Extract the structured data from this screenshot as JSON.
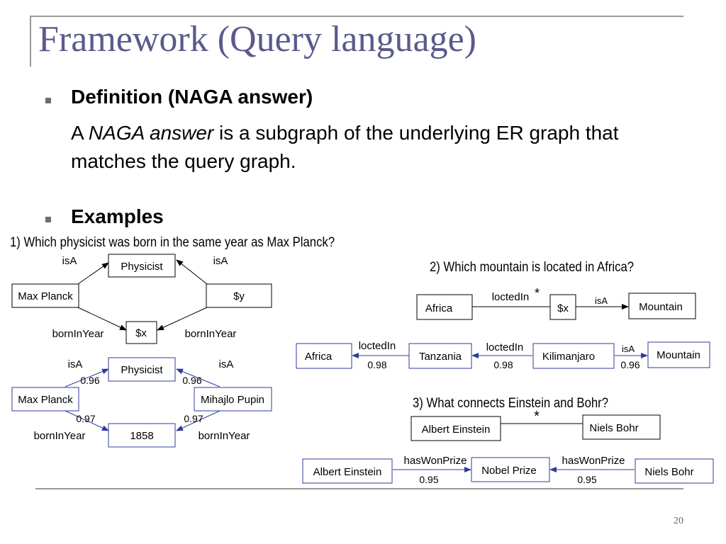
{
  "slide": {
    "title": "Framework (Query language)",
    "page_number": "20"
  },
  "definition": {
    "heading": "Definition (NAGA answer)",
    "text_a": "A ",
    "text_term": "NAGA answer",
    "text_rest": " is a subgraph of the underlying ER graph that matches the query graph."
  },
  "examples": {
    "heading": "Examples",
    "q1": "1) Which physicist was born in the same year as Max Planck?",
    "q2": "2) Which mountain is located in Africa?",
    "q3": "3) What connects Einstein and Bohr?"
  },
  "graphs": {
    "q1_query": {
      "nodes": {
        "physicist": "Physicist",
        "max_planck": "Max Planck",
        "y": "$y",
        "x": "$x"
      },
      "edges": {
        "isa_left": "isA",
        "isa_right": "isA",
        "born_left": "bornInYear",
        "born_right": "bornInYear"
      }
    },
    "q1_answer": {
      "nodes": {
        "physicist": "Physicist",
        "max_planck": "Max Planck",
        "mihajlo_pupin": "Mihajlo Pupin",
        "year": "1858"
      },
      "edges": {
        "isa_left": "isA",
        "isa_right": "isA",
        "born_left": "bornInYear",
        "born_right": "bornInYear"
      },
      "weights": {
        "isa_left": "0.96",
        "isa_right": "0.96",
        "born_left": "0.97",
        "born_right": "0.97"
      }
    },
    "q2_query": {
      "nodes": {
        "africa": "Africa",
        "x": "$x",
        "mountain": "Mountain"
      },
      "edges": {
        "located": "loctedIn",
        "located_star": "*",
        "isa": "isA"
      }
    },
    "q2_answer": {
      "nodes": {
        "africa": "Africa",
        "tanzania": "Tanzania",
        "kilimanjaro": "Kilimanjaro",
        "mountain": "Mountain"
      },
      "edges": {
        "located1": "loctedIn",
        "located2": "loctedIn",
        "isa": "isA"
      },
      "weights": {
        "located1": "0.98",
        "located2": "0.98",
        "isa": "0.96"
      }
    },
    "q3_query": {
      "nodes": {
        "einstein": "Albert Einstein",
        "bohr": "Niels Bohr"
      },
      "edges": {
        "star": "*"
      }
    },
    "q3_answer": {
      "nodes": {
        "einstein": "Albert Einstein",
        "nobel": "Nobel Prize",
        "bohr": "Niels Bohr"
      },
      "edges": {
        "prize1": "hasWonPrize",
        "prize2": "hasWonPrize"
      },
      "weights": {
        "prize1": "0.95",
        "prize2": "0.95"
      }
    }
  },
  "colors": {
    "title": "#5a5a8c",
    "answer_stroke": "#2f3b9c",
    "query_stroke": "#000000"
  }
}
